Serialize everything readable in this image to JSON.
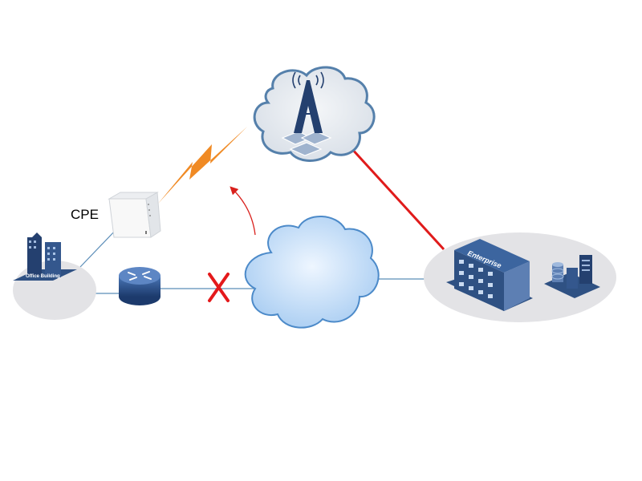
{
  "labels": {
    "cpe": "CPE",
    "office_building": "Office Building",
    "enterprise": "Enterprise"
  },
  "colors": {
    "link_line": "#5b8db8",
    "wireless_link": "#f08a24",
    "backup_path_arrow": "#d9201c",
    "lte_link": "#e01b1b",
    "fault_mark": "#e4191b",
    "cloud_fill": "#bcd8f5",
    "site_disc": "#e3e3e6",
    "building_dark": "#24406f",
    "building_light": "#5d7fb3"
  },
  "icons": [
    "office-building-icon",
    "cpe-router-icon",
    "router-icon",
    "lte-tower-icon",
    "internet-cloud-icon",
    "enterprise-building-icon",
    "server-icon",
    "lightning-icon",
    "fault-x-icon"
  ]
}
